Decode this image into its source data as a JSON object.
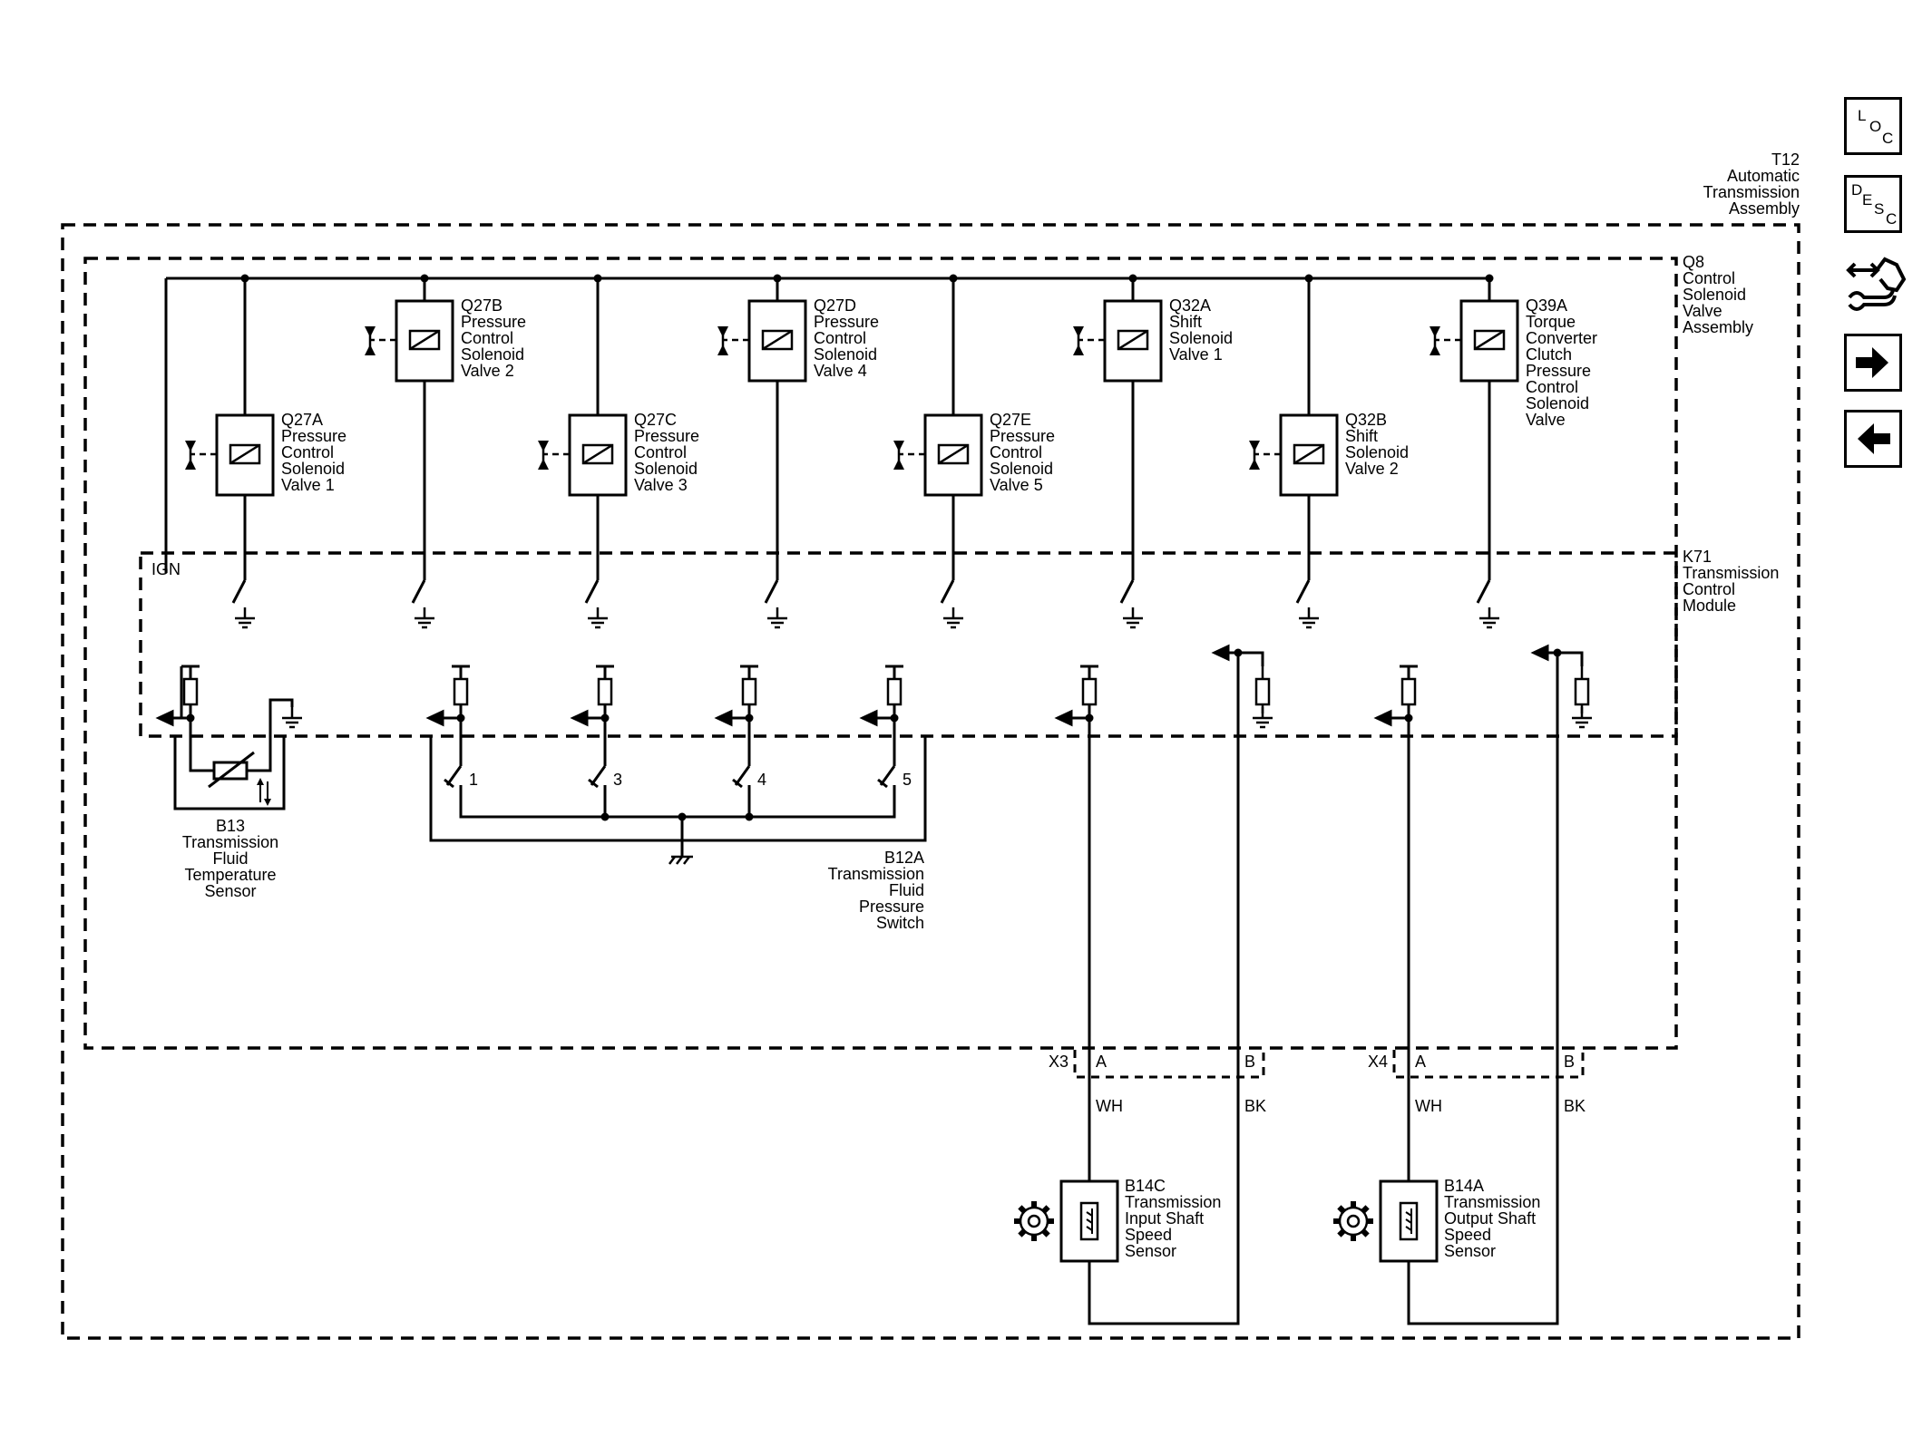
{
  "nav": {
    "loc": {
      "l1": "L",
      "l2": "O",
      "l3": "C"
    },
    "desc": {
      "l1": "D",
      "l2": "E",
      "l3": "S",
      "l4": "C"
    },
    "icons": [
      "loc-button-icon",
      "desc-button-icon",
      "connector-tool-icon",
      "next-arrow-icon",
      "previous-arrow-icon"
    ]
  },
  "assemblies": {
    "t12": {
      "id": "T12",
      "l1": "Automatic",
      "l2": "Transmission",
      "l3": "Assembly"
    },
    "q8": {
      "id": "Q8",
      "l1": "Control",
      "l2": "Solenoid",
      "l3": "Valve",
      "l4": "Assembly"
    },
    "k71": {
      "id": "K71",
      "l1": "Transmission",
      "l2": "Control",
      "l3": "Module",
      "ign": "IGN"
    }
  },
  "solenoids": [
    {
      "id": "Q27A",
      "lines": [
        "Pressure",
        "Control",
        "Solenoid",
        "Valve 1"
      ]
    },
    {
      "id": "Q27B",
      "lines": [
        "Pressure",
        "Control",
        "Solenoid",
        "Valve 2"
      ]
    },
    {
      "id": "Q27C",
      "lines": [
        "Pressure",
        "Control",
        "Solenoid",
        "Valve 3"
      ]
    },
    {
      "id": "Q27D",
      "lines": [
        "Pressure",
        "Control",
        "Solenoid",
        "Valve 4"
      ]
    },
    {
      "id": "Q27E",
      "lines": [
        "Pressure",
        "Control",
        "Solenoid",
        "Valve 5"
      ]
    },
    {
      "id": "Q32A",
      "lines": [
        "Shift",
        "Solenoid",
        "Valve 1"
      ]
    },
    {
      "id": "Q32B",
      "lines": [
        "Shift",
        "Solenoid",
        "Valve 2"
      ]
    },
    {
      "id": "Q39A",
      "lines": [
        "Torque",
        "Converter",
        "Clutch",
        "Pressure",
        "Control",
        "Solenoid",
        "Valve"
      ]
    }
  ],
  "sensors": {
    "b13": {
      "id": "B13",
      "l1": "Transmission",
      "l2": "Fluid",
      "l3": "Temperature",
      "l4": "Sensor"
    },
    "b12a": {
      "id": "B12A",
      "l1": "Transmission",
      "l2": "Fluid",
      "l3": "Pressure",
      "l4": "Switch",
      "switches": [
        "1",
        "3",
        "4",
        "5"
      ]
    },
    "b14c": {
      "id": "B14C",
      "l1": "Transmission",
      "l2": "Input Shaft",
      "l3": "Speed",
      "l4": "Sensor"
    },
    "b14a": {
      "id": "B14A",
      "l1": "Transmission",
      "l2": "Output Shaft",
      "l3": "Speed",
      "l4": "Sensor"
    }
  },
  "connectors": {
    "x3": {
      "id": "X3",
      "pin_a": "A",
      "pin_b": "B",
      "wire_a": "WH",
      "wire_b": "BK"
    },
    "x4": {
      "id": "X4",
      "pin_a": "A",
      "pin_b": "B",
      "wire_a": "WH",
      "wire_b": "BK"
    }
  }
}
